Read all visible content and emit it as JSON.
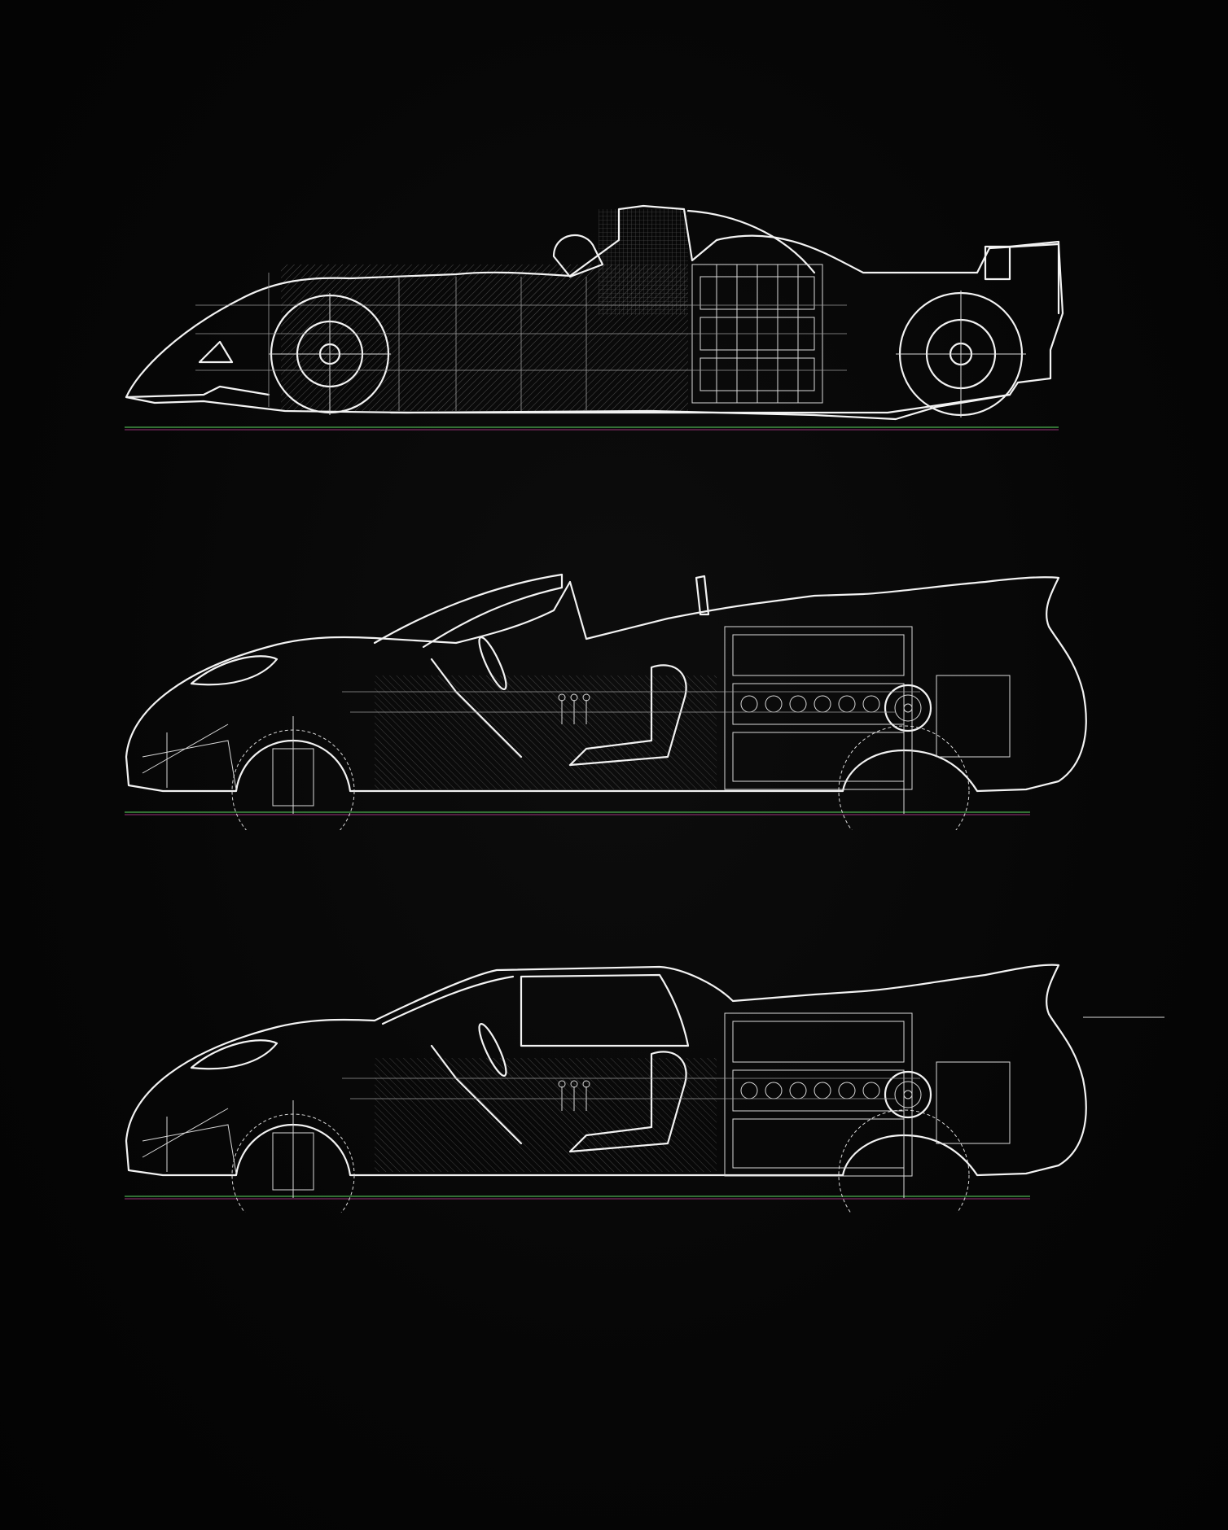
{
  "colors": {
    "background": "#050505",
    "line": "#f2f2f2",
    "ground_line_green": "#4caf50",
    "ground_line_magenta": "#b03a8a"
  },
  "drawings": [
    {
      "id": "f1",
      "icon": "formula-one-car-cutaway-icon"
    },
    {
      "id": "barchetta",
      "icon": "open-top-sports-car-cutaway-icon"
    },
    {
      "id": "coupe",
      "icon": "coupe-sports-car-cutaway-icon"
    }
  ]
}
